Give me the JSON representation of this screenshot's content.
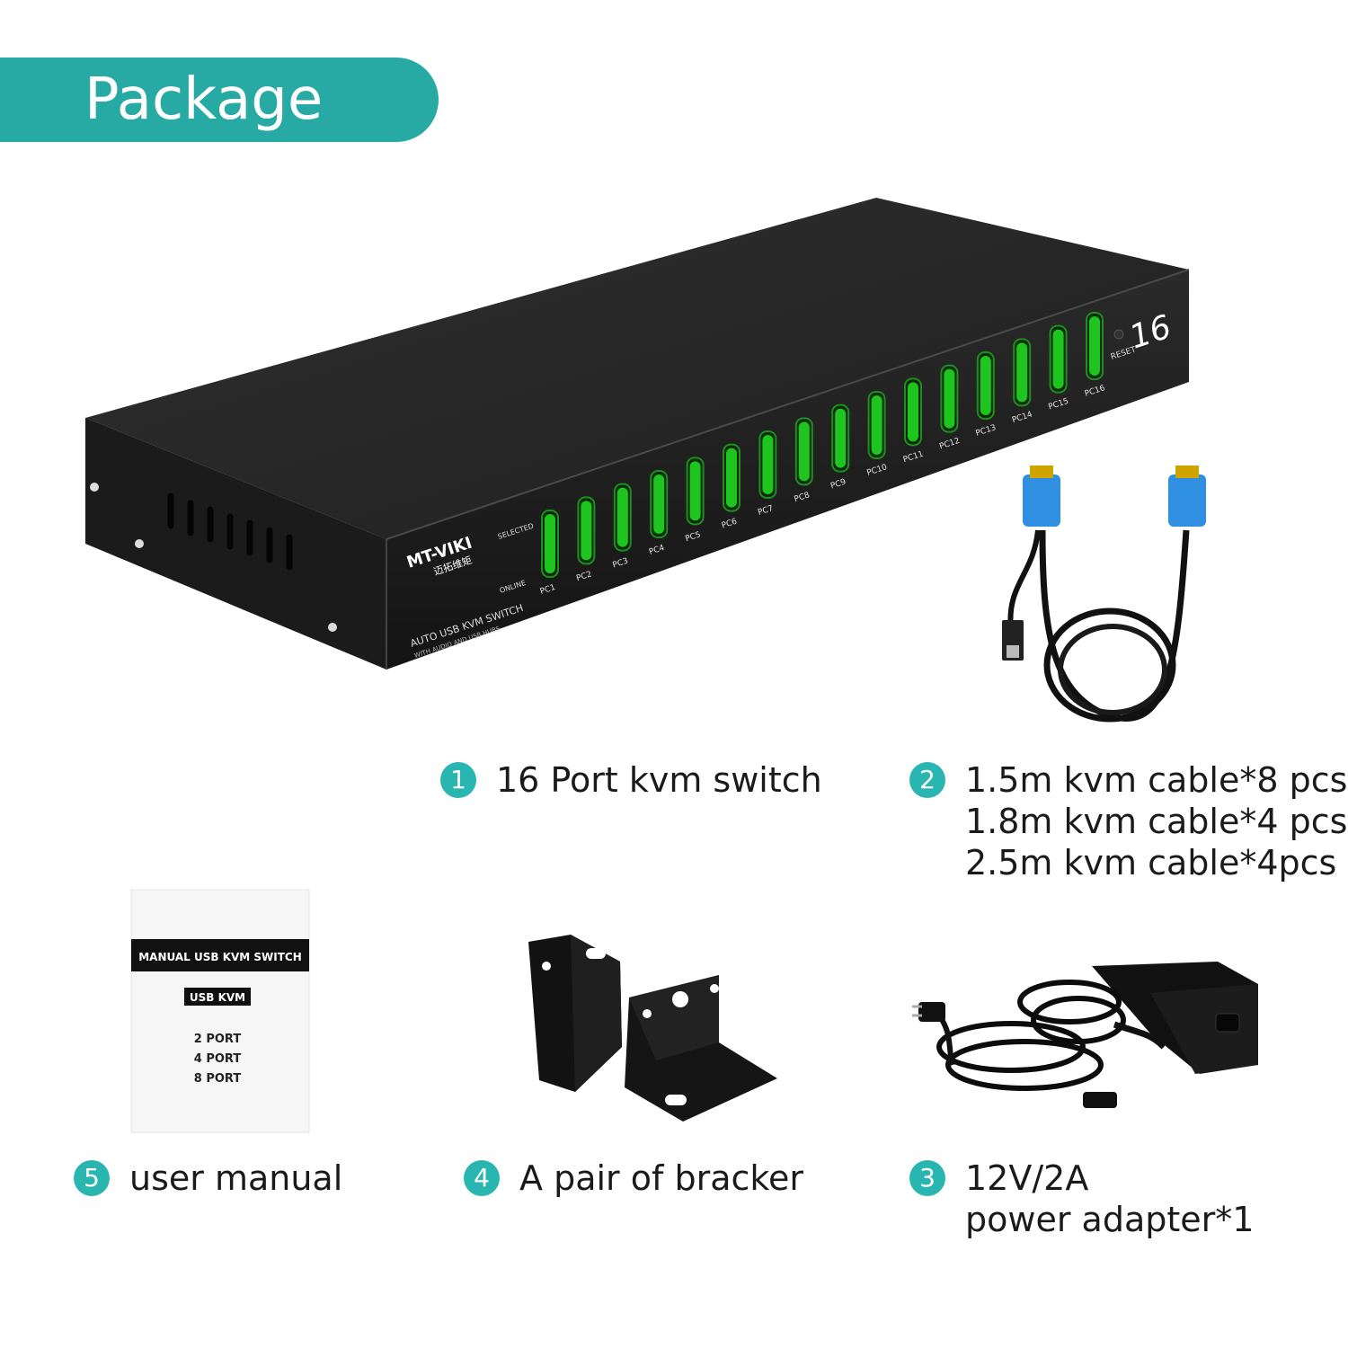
{
  "banner": {
    "title": "Package"
  },
  "switch": {
    "brand": "MT-VIKI",
    "brand_cn": "迈拓维矩",
    "model_line1": "AUTO USB KVM SWITCH",
    "model_line2": "WITH AUDIO AND USB HUBS",
    "selected_label": "SELECTED",
    "online_label": "ONLINE",
    "reset_label": "RESET",
    "port_count": "16",
    "ports": [
      "PC1",
      "PC2",
      "PC3",
      "PC4",
      "PC5",
      "PC6",
      "PC7",
      "PC8",
      "PC9",
      "PC10",
      "PC11",
      "PC12",
      "PC13",
      "PC14",
      "PC15",
      "PC16"
    ]
  },
  "manual": {
    "title": "MANUAL USB KVM SWITCH",
    "tag": "USB KVM",
    "lines": [
      "2 PORT",
      "4 PORT",
      "8 PORT"
    ]
  },
  "items": [
    {
      "num": "1",
      "lines": [
        "16 Port kvm switch"
      ]
    },
    {
      "num": "2",
      "lines": [
        "1.5m kvm cable*8 pcs",
        "1.8m kvm cable*4 pcs",
        "2.5m kvm cable*4pcs"
      ]
    },
    {
      "num": "3",
      "lines": [
        "12V/2A",
        "power adapter*1"
      ]
    },
    {
      "num": "4",
      "lines": [
        "A pair of bracker"
      ]
    },
    {
      "num": "5",
      "lines": [
        "user manual"
      ]
    }
  ],
  "colors": {
    "accent": "#27aaa4",
    "led_green": "#22e022",
    "vga_blue": "#2f8fe0",
    "device_black": "#1c1c1c"
  }
}
